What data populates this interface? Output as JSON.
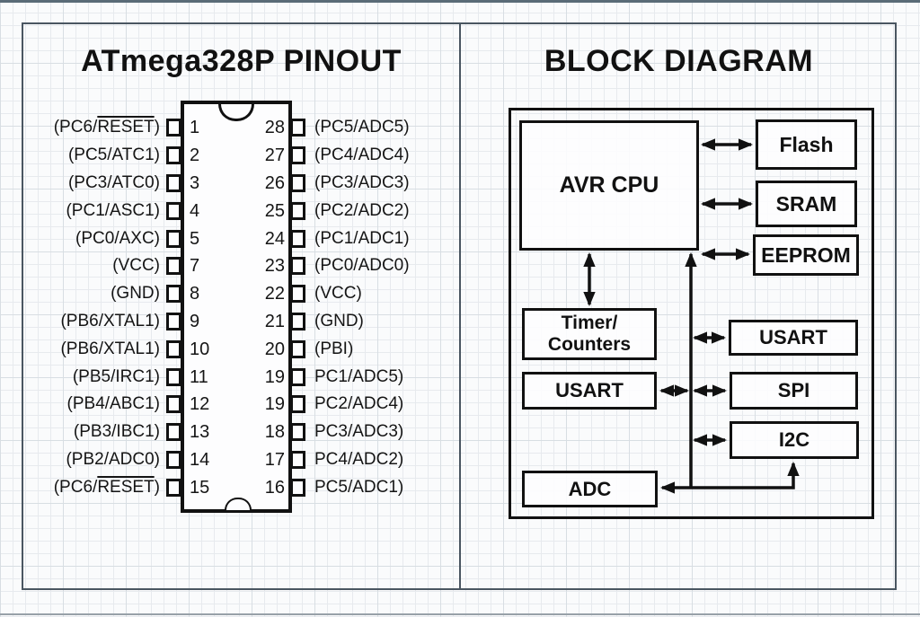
{
  "pinout": {
    "title": "ATmega328P PINOUT",
    "pins": {
      "left": [
        {
          "num": "1",
          "prefix": "(PC6/",
          "overline": "RESET",
          "suffix": ")"
        },
        {
          "num": "2",
          "label": "(PC5/ATC1)"
        },
        {
          "num": "3",
          "label": "(PC3/ATC0)"
        },
        {
          "num": "4",
          "label": "(PC1/ASC1)"
        },
        {
          "num": "5",
          "label": "(PC0/AXC)"
        },
        {
          "num": "7",
          "label": "(VCC)"
        },
        {
          "num": "8",
          "label": "(GND)"
        },
        {
          "num": "9",
          "label": "(PB6/XTAL1)"
        },
        {
          "num": "10",
          "label": "(PB6/XTAL1)"
        },
        {
          "num": "11",
          "label": "(PB5/IRC1)"
        },
        {
          "num": "12",
          "label": "(PB4/ABC1)"
        },
        {
          "num": "13",
          "label": "(PB3/IBC1)"
        },
        {
          "num": "14",
          "label": "(PB2/ADC0)"
        },
        {
          "num": "15",
          "prefix": "(PC6/",
          "overline": "RESET",
          "suffix": ")"
        }
      ],
      "right": [
        {
          "num": "28",
          "label": "(PC5/ADC5)"
        },
        {
          "num": "27",
          "label": "(PC4/ADC4)"
        },
        {
          "num": "26",
          "label": "(PC3/ADC3)"
        },
        {
          "num": "25",
          "label": "(PC2/ADC2)"
        },
        {
          "num": "24",
          "label": "(PC1/ADC1)"
        },
        {
          "num": "23",
          "label": "(PC0/ADC0)"
        },
        {
          "num": "22",
          "label": "(VCC)"
        },
        {
          "num": "21",
          "label": "(GND)"
        },
        {
          "num": "20",
          "label": "(PBI)"
        },
        {
          "num": "19",
          "label": "PC1/ADC5)"
        },
        {
          "num": "19",
          "label": "PC2/ADC4)"
        },
        {
          "num": "18",
          "label": "PC3/ADC3)"
        },
        {
          "num": "17",
          "label": "PC4/ADC2)"
        },
        {
          "num": "16",
          "label": "PC5/ADC1)"
        }
      ]
    }
  },
  "block_diagram": {
    "title": "BLOCK DIAGRAM",
    "blocks": {
      "cpu": "AVR CPU",
      "flash": "Flash",
      "sram": "SRAM",
      "eeprom": "EEPROM",
      "timer1": "Timer/",
      "timer2": "Counters",
      "usart_left": "USART",
      "usart_right": "USART",
      "spi": "SPI",
      "i2c": "I2C",
      "adc": "ADC"
    },
    "connections": [
      "cpu-flash bidirectional",
      "cpu-sram bidirectional",
      "cpu-eeprom bidirectional",
      "cpu-timer-counters bidirectional",
      "bus-into-cpu up arrow",
      "bus-usart-right bidirectional",
      "usart-left-bus bidirectional",
      "bus-spi bidirectional",
      "bus-i2c bidirectional",
      "bus-to-adc and up into i2c"
    ]
  },
  "colors": {
    "ink": "#111111",
    "panel_border": "#4a5661",
    "grid_minor": "#e7eaee",
    "grid_major": "#d8dee3",
    "background": "#fafbfc"
  }
}
